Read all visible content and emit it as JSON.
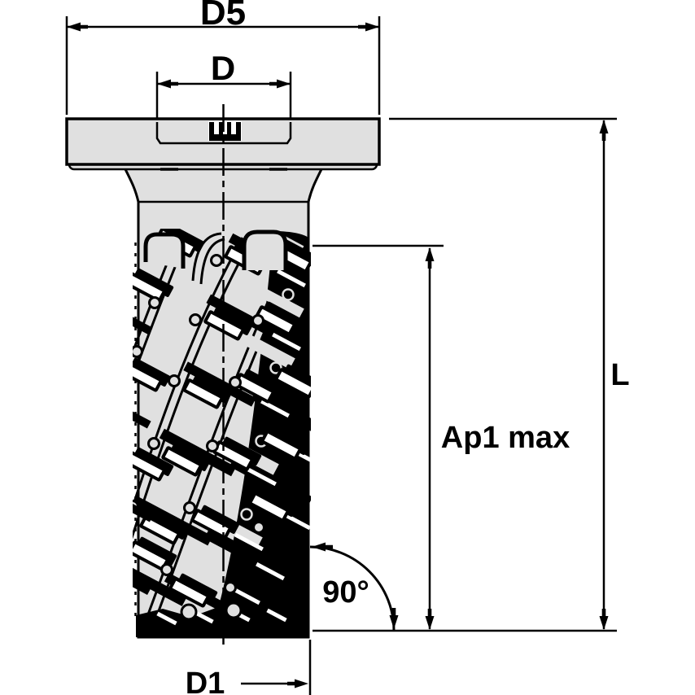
{
  "drawing": {
    "kind": "technical-dimension-drawing",
    "labels": {
      "d5": "D5",
      "d": "D",
      "l": "L",
      "ap1": "Ap1 max",
      "angle": "90°",
      "d1": "D1"
    },
    "colors": {
      "line": "#000000",
      "body_fill": "#e0e0e0",
      "background": "#ffffff",
      "insert_fill": "#ffffff"
    }
  }
}
